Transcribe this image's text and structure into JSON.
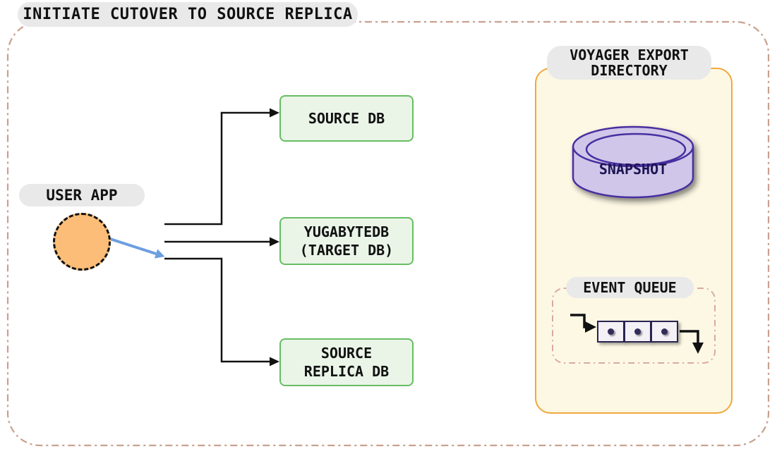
{
  "title": "INITIATE CUTOVER TO SOURCE REPLICA",
  "user_app": {
    "label": "USER APP"
  },
  "nodes": [
    {
      "id": "source-db",
      "label": "SOURCE DB"
    },
    {
      "id": "target-db",
      "label": "YUGABYTEDB\n(TARGET DB)"
    },
    {
      "id": "source-replica-db",
      "label": "SOURCE\nREPLICA DB"
    }
  ],
  "voyager": {
    "title": "VOYAGER EXPORT\nDIRECTORY",
    "snapshot_label": "SNAPSHOT",
    "event_queue_label": "EVENT QUEUE",
    "queue_event_count": 3
  },
  "icons": [
    "user-app-circle",
    "blue-cutover-arrow-icon",
    "flow-arrow-icon",
    "snapshot-cylinder-icon",
    "queue-in-arrow-icon",
    "queue-out-arrow-icon",
    "queue-event-dot"
  ],
  "colors": {
    "text": "#111111",
    "pill_bg": "#e9e9e9",
    "frame_dash": "#c9a08f",
    "green_fill": "#eaf5e8",
    "green_border": "#67bd63",
    "circle_fill": "#fbbd77",
    "blue_arrow": "#6d9ee0",
    "black_line": "#111111",
    "yellow_fill": "#fdf8e4",
    "yellow_border": "#f0a83b",
    "cyl_fill": "#cfc6e9",
    "cyl_stroke": "#4a2fa0",
    "snapshot_text": "#1c1552",
    "queue_dash": "#d9aa9c",
    "sq_fill": "#f3f1f6",
    "sq_border": "#292451",
    "dot": "#312c58"
  }
}
